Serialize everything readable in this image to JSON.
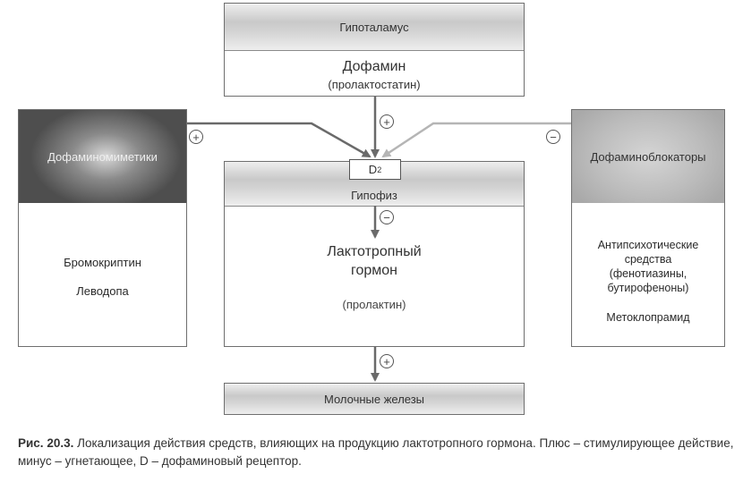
{
  "hypothalamus": {
    "title": "Гипоталамус",
    "hormone": "Дофамин",
    "hormone_note": "(пролактостатин)"
  },
  "mimetics": {
    "title": "Дофаминомиметики",
    "drugs": [
      "Бромокриптин",
      "Леводопа"
    ]
  },
  "blockers": {
    "title": "Дофаминоблокаторы",
    "drugs_lines": [
      "Антипсихотические",
      "средства",
      "(фенотиазины,",
      "бутирофеноны)"
    ],
    "drug_extra": "Метоклопрамид"
  },
  "pituitary": {
    "title": "Гипофиз",
    "receptor": "D",
    "receptor_sub": "2",
    "hormone_lines": [
      "Лактотропный",
      "гормон"
    ],
    "hormone_note": "(пролактин)"
  },
  "mammary": {
    "title": "Молочные железы"
  },
  "signs": {
    "top": "+",
    "left": "+",
    "right": "−",
    "mid": "−",
    "bottom": "+"
  },
  "colors": {
    "arrow_dark": "#6a6a6a",
    "arrow_light": "#b5b5b5",
    "box_border": "#6f6f6f"
  },
  "caption": {
    "label": "Рис. 20.3.",
    "text": " Локализация действия средств, влияющих на продукцию лактотропного гормона. Плюс – стимулирующее действие, минус – угнетающее, D – дофаминовый рецептор."
  }
}
